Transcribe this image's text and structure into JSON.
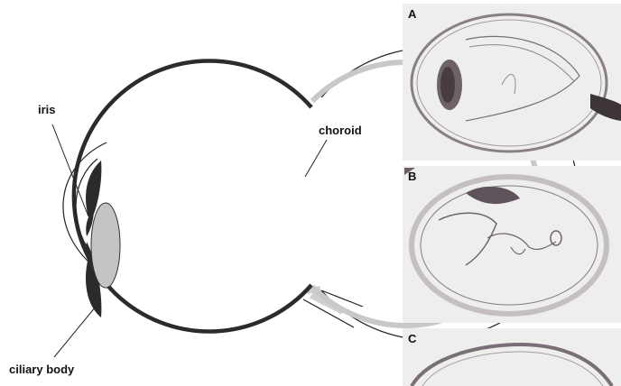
{
  "diagram": {
    "labels": {
      "iris": "iris",
      "choroid": "choroid",
      "ciliary_body": "ciliary body"
    }
  },
  "panels": [
    {
      "letter": "A"
    },
    {
      "letter": "B"
    },
    {
      "letter": "C"
    }
  ],
  "colors": {
    "choroid": "#2b2b2b",
    "retina": "#c8c8c8",
    "lens": "#c4c4c4",
    "histology_bg": "#eeeeec",
    "tissue": "#7a6f78"
  }
}
